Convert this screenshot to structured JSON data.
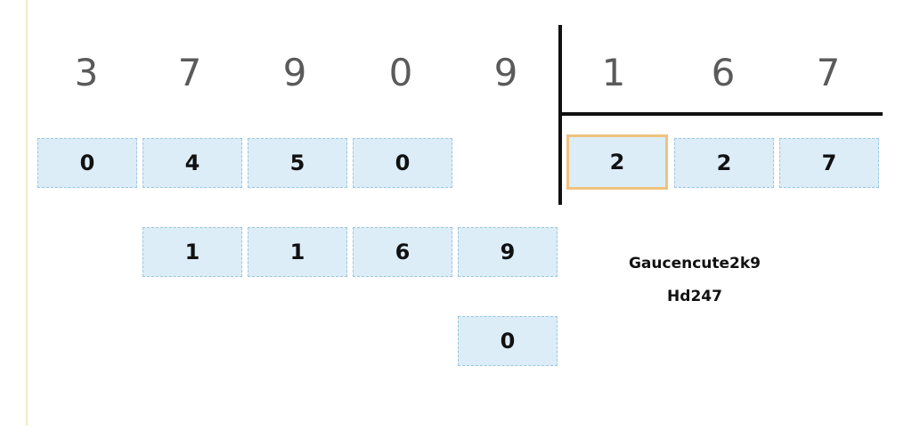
{
  "dividend_digits": [
    "3",
    "7",
    "9",
    "0",
    "9"
  ],
  "divisor_digits": [
    "1",
    "6",
    "7"
  ],
  "quotient_digits": [
    "2",
    "2",
    "7"
  ],
  "remainders_row1": [
    "0",
    "4",
    "5",
    "0"
  ],
  "remainders_row2": [
    "1",
    "1",
    "6",
    "9"
  ],
  "remainders_row3": [
    "0"
  ],
  "watermark": {
    "line1": "Gaucencute2k9",
    "line2": "Hd247"
  },
  "colors": {
    "box_fill": "#dcedf8",
    "box_border": "#9cc6de",
    "highlight_border": "#efc27e",
    "digit_text": "#5a5a5a"
  }
}
